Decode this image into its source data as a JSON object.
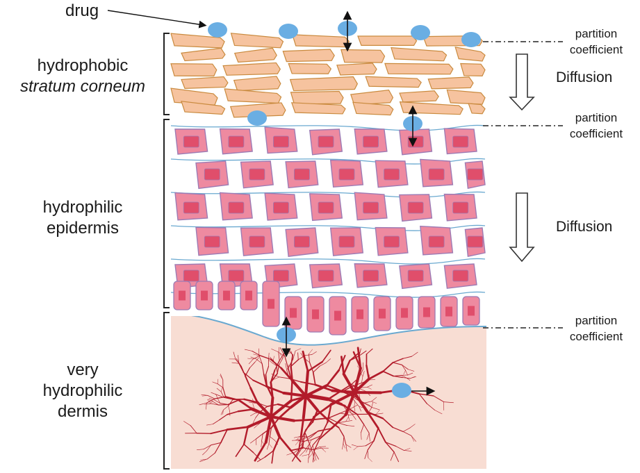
{
  "drug_label": "drug",
  "layers": {
    "stratum_corneum": {
      "line1": "hydrophobic",
      "line2": "stratum corneum"
    },
    "epidermis": {
      "line1": "hydrophilic",
      "line2": "epidermis"
    },
    "dermis": {
      "line1": "very",
      "line2": "hydrophilic",
      "line3": "dermis"
    }
  },
  "partition_labels": [
    {
      "line1": "partition",
      "line2": "coefficient"
    },
    {
      "line1": "partition",
      "line2": "coefficient"
    },
    {
      "line1": "partition",
      "line2": "coefficient"
    }
  ],
  "diffusion_labels": [
    "Diffusion",
    "Diffusion"
  ],
  "colors": {
    "drug": "#6aaee3",
    "corneocyte": "#f6c39f",
    "corneocyte_edge": "#c98a3e",
    "cell": "#ee8aa0",
    "nucleus": "#e04e6b",
    "cell_edge": "#9c7bb4",
    "membrane": "#6aa9d0",
    "dermis": "#f8ddd3",
    "vessel": "#b21b2a"
  }
}
